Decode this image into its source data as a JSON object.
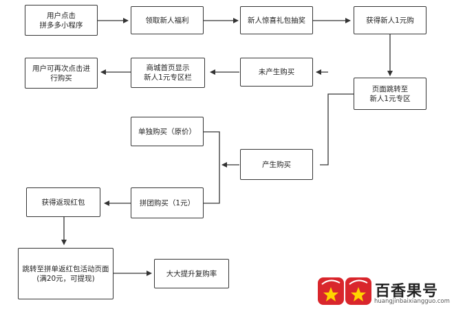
{
  "nodes": {
    "user_click": "用户点击\n拼多多小程序",
    "claim_benefit": "领取新人福利",
    "surprise_draw": "新人惊喜礼包抽奖",
    "get_1yuan": "获得新人1元购",
    "jump_zone": "页面跳转至\n新人1元专区",
    "no_purchase": "未产生购买",
    "home_banner": "商城首页显示\n新人1元专区栏",
    "repeat_click": "用户可再次点击进\n行购买",
    "purchase": "产生购买",
    "single_buy": "单独购买（原价）",
    "group_buy": "拼团购买（1元）",
    "cashback": "获得返现红包",
    "jump_activity": "跳转至拼单返红包活动页面\n(满20元，可提现)",
    "boost_repurchase": "大大提升复购率"
  },
  "watermark": {
    "name": "百香果号",
    "url": "huangjinbaixiangguo.com"
  }
}
